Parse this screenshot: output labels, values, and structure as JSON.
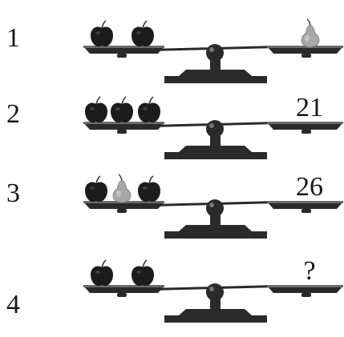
{
  "puzzle": {
    "rows": [
      {
        "number": "1",
        "left": [
          "apple",
          "apple"
        ],
        "right_item": "pear",
        "right_text": ""
      },
      {
        "number": "2",
        "left": [
          "apple",
          "apple",
          "apple"
        ],
        "right_item": "",
        "right_text": "21"
      },
      {
        "number": "3",
        "left": [
          "apple",
          "pear",
          "apple"
        ],
        "right_item": "",
        "right_text": "26"
      },
      {
        "number": "4",
        "left": [
          "apple",
          "apple"
        ],
        "right_item": "",
        "right_text": "?"
      }
    ]
  },
  "colors": {
    "apple": "#1c1c1c",
    "pear": "#a7a7a7",
    "scale": "#2a2a2a",
    "pan_top": "#6a6a6a"
  }
}
